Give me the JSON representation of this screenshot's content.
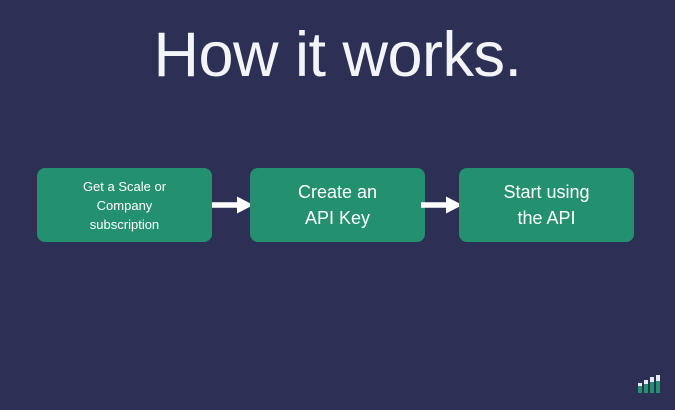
{
  "slide": {
    "background_color": "#2c3054",
    "accent_color": "#239070",
    "text_color": "#ffffff",
    "title": "How it works."
  },
  "flow": {
    "steps": [
      {
        "id": "step-subscription",
        "label": "Get a Scale or\nCompany\nsubscription"
      },
      {
        "id": "step-api-key",
        "label": "Create an\nAPI Key"
      },
      {
        "id": "step-use-api",
        "label": "Start using\nthe API"
      }
    ],
    "connectors": [
      {
        "icon": "arrow-right-icon"
      },
      {
        "icon": "arrow-right-icon"
      }
    ]
  },
  "brand": {
    "logo_icon": "bar-chart-logo-icon",
    "bar_fill_color": "#239070",
    "bar_top_color": "#e8eaf2"
  }
}
